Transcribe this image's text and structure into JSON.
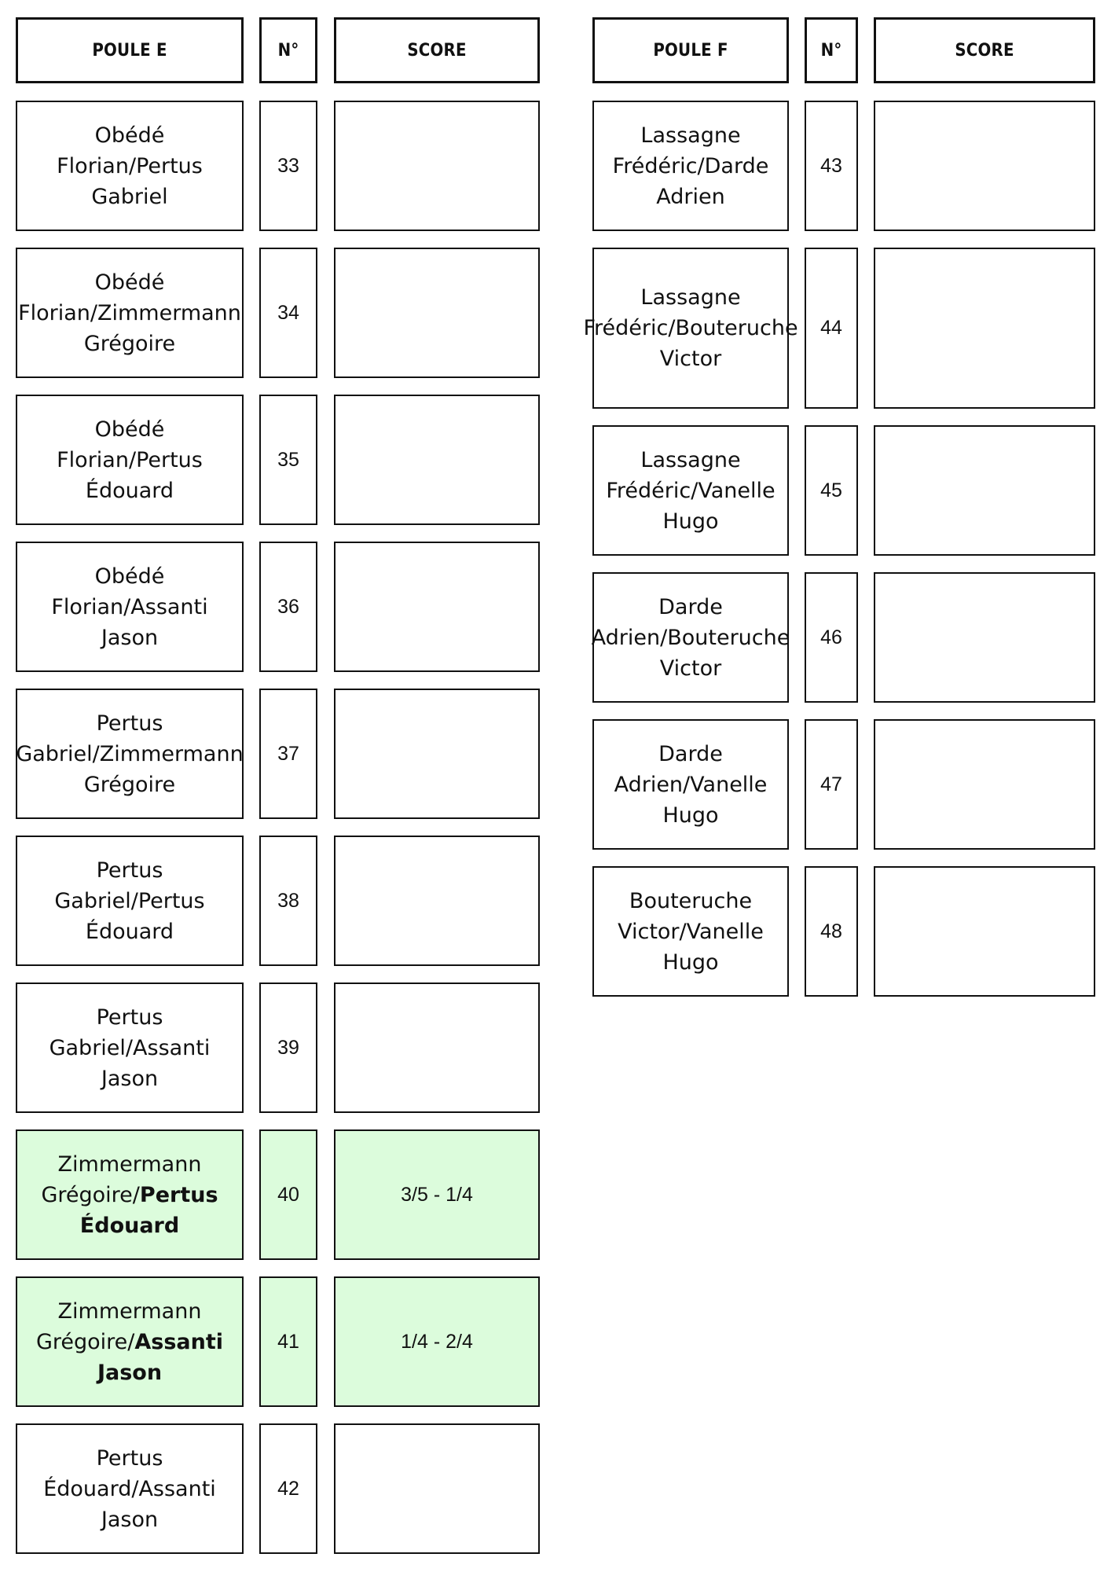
{
  "colors": {
    "border": "#111111",
    "played_bg": "#dcfcdc",
    "background": "#ffffff"
  },
  "groups": [
    {
      "id": "E",
      "headers": {
        "pool": "POULE E",
        "number": "N°",
        "score": "SCORE"
      },
      "matches": [
        {
          "team_a": "Obédé Florian",
          "team_b": "Pertus Gabriel",
          "number": "33",
          "score": "",
          "played": false
        },
        {
          "team_a": "Obédé Florian",
          "team_b": "Zimmermann Grégoire",
          "number": "34",
          "score": "",
          "played": false
        },
        {
          "team_a": "Obédé Florian",
          "team_b": "Pertus Édouard",
          "number": "35",
          "score": "",
          "played": false
        },
        {
          "team_a": "Obédé Florian",
          "team_b": "Assanti Jason",
          "number": "36",
          "score": "",
          "played": false
        },
        {
          "team_a": "Pertus Gabriel",
          "team_b": "Zimmermann Grégoire",
          "number": "37",
          "score": "",
          "played": false
        },
        {
          "team_a": "Pertus Gabriel",
          "team_b": "Pertus Édouard",
          "number": "38",
          "score": "",
          "played": false
        },
        {
          "team_a": "Pertus Gabriel",
          "team_b": "Assanti Jason",
          "number": "39",
          "score": "",
          "played": false
        },
        {
          "team_a": "Zimmermann Grégoire",
          "team_b": "Pertus Édouard",
          "number": "40",
          "score": "3/5 - 1/4",
          "played": true,
          "winner": "b"
        },
        {
          "team_a": "Zimmermann Grégoire",
          "team_b": "Assanti Jason",
          "number": "41",
          "score": "1/4 - 2/4",
          "played": true,
          "winner": "b"
        },
        {
          "team_a": "Pertus Édouard",
          "team_b": "Assanti Jason",
          "number": "42",
          "score": "",
          "played": false
        }
      ]
    },
    {
      "id": "F",
      "headers": {
        "pool": "POULE F",
        "number": "N°",
        "score": "SCORE"
      },
      "matches": [
        {
          "team_a": "Lassagne Frédéric",
          "team_b": "Darde Adrien",
          "number": "43",
          "score": "",
          "played": false
        },
        {
          "team_a": "Lassagne Frédéric",
          "team_b": "Bouteruche Victor",
          "number": "44",
          "score": "",
          "played": false
        },
        {
          "team_a": "Lassagne Frédéric",
          "team_b": "Vanelle Hugo",
          "number": "45",
          "score": "",
          "played": false
        },
        {
          "team_a": "Darde Adrien",
          "team_b": "Bouteruche Victor",
          "number": "46",
          "score": "",
          "played": false
        },
        {
          "team_a": "Darde Adrien",
          "team_b": "Vanelle Hugo",
          "number": "47",
          "score": "",
          "played": false
        },
        {
          "team_a": "Bouteruche Victor",
          "team_b": "Vanelle Hugo",
          "number": "48",
          "score": "",
          "played": false
        }
      ]
    }
  ]
}
